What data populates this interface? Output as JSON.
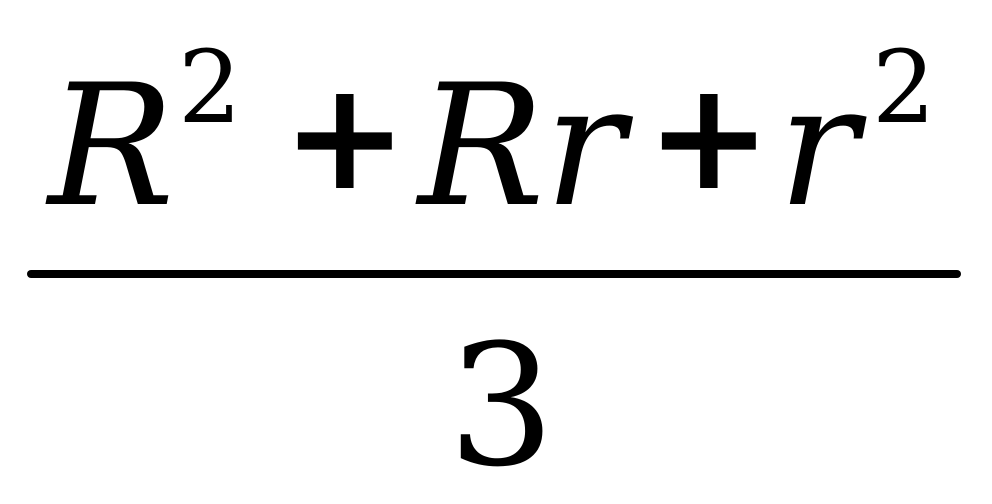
{
  "numerator": {
    "term1_base": "R",
    "term1_exponent": "2",
    "plus1": "+",
    "term2": "Rr",
    "plus2": "+",
    "term3_base": "r",
    "term3_exponent": "2"
  },
  "denominator": "3"
}
